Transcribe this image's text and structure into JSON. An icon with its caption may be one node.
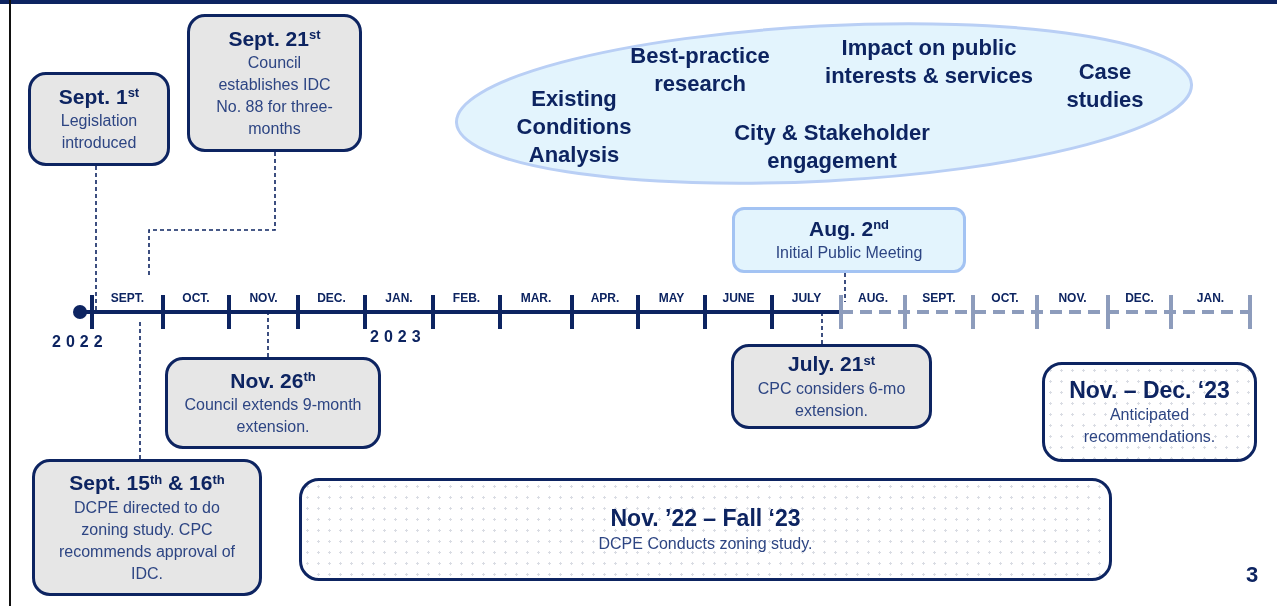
{
  "diagram": {
    "nodes": [
      {
        "text": [
          "Sept. 1$^{st}$",
          "Legislation introduced"
        ]
      },
      {
        "text": [
          "Sept. 21$^{st}$",
          "Council establishes IDC No. 88 for three-months"
        ]
      },
      {
        "text": [
          "Existing Conditions Analysis",
          "Best-practice research",
          "Impact on public interests & services",
          "Case studies",
          "City & Stakeholder engagement"
        ]
      },
      {
        "text": [
          "Aug. 2$^{nd}$",
          "Initial Public Meeting"
        ]
      },
      {
        "text": [
          "Nov. 26$^{th}$",
          "Council extends 9-month extension."
        ]
      },
      {
        "text": [
          "July. 21$^{st}$",
          "CPC considers 6-mo extension."
        ]
      },
      {
        "text": [
          "Nov. – Dec. ‘23",
          "Anticipated recommendations."
        ]
      },
      {
        "text": [
          "Sept. 15$^{th}$ & 16$^{th}$",
          "DCPE directed to do zoning study. CPC recommends approval of IDC."
        ]
      },
      {
        "text": [
          "Nov. ’22 – Fall ‘23",
          "DCPE Conducts zoning study."
        ]
      }
    ],
    "edges": [
      {
        "from": 0,
        "to": null,
        "arrow": "none",
        "style": "dashed"
      },
      {
        "from": 1,
        "to": null,
        "arrow": "none",
        "style": "dashed"
      },
      {
        "from": 7,
        "to": null,
        "arrow": "none",
        "style": "dashed"
      },
      {
        "from": 4,
        "to": null,
        "arrow": "none",
        "style": "dashed"
      },
      {
        "from": 5,
        "to": null,
        "arrow": "none",
        "style": "dashed"
      },
      {
        "from": 3,
        "to": null,
        "arrow": "none",
        "style": "dashed"
      }
    ],
    "labels": [
      "SEPT.",
      "OCT.",
      "NOV.",
      "DEC.",
      "JAN.",
      "FEB.",
      "MAR.",
      "APR.",
      "MAY",
      "JUNE",
      "JULY",
      "AUG.",
      "SEPT.",
      "OCT.",
      "NOV.",
      "DEC.",
      "JAN.",
      "2022",
      "2023",
      "3"
    ]
  }
}
